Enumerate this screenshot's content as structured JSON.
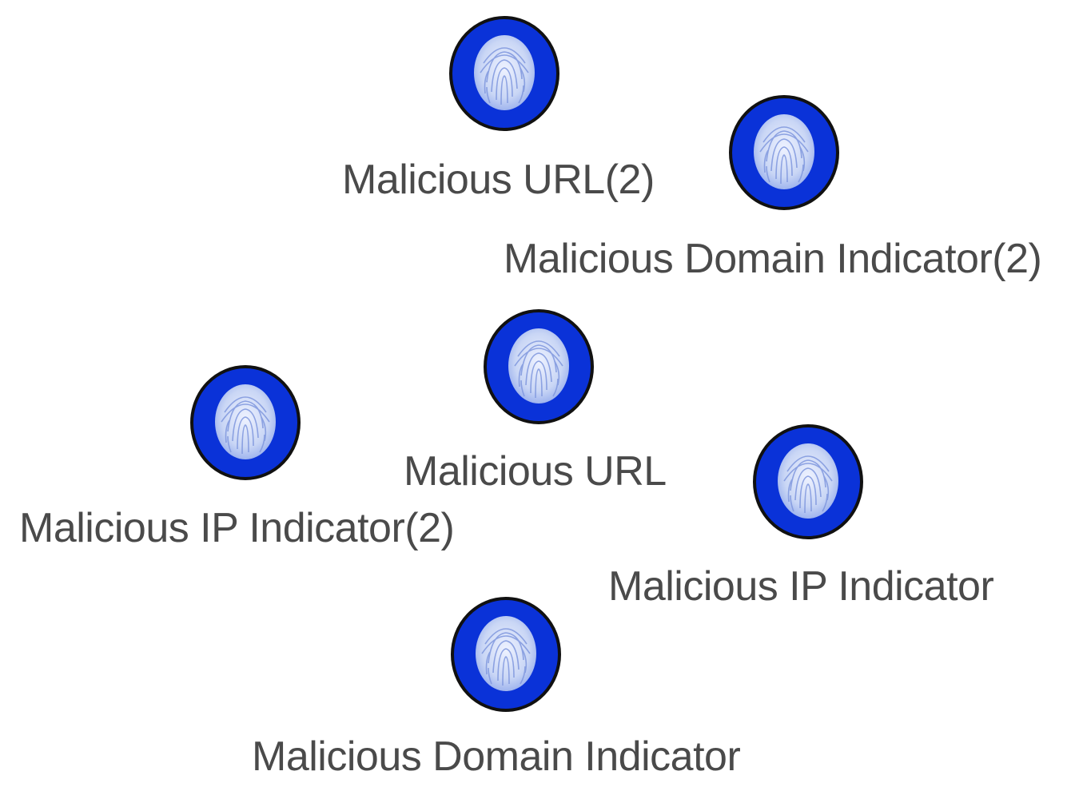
{
  "diagram": {
    "nodes": [
      {
        "id": "n1",
        "label": "Malicious URL(2)",
        "icon": "fingerprint-icon"
      },
      {
        "id": "n2",
        "label": "Malicious Domain Indicator(2)",
        "icon": "fingerprint-icon"
      },
      {
        "id": "n3",
        "label": "Malicious URL",
        "icon": "fingerprint-icon"
      },
      {
        "id": "n4",
        "label": "Malicious IP Indicator(2)",
        "icon": "fingerprint-icon"
      },
      {
        "id": "n5",
        "label": "Malicious IP Indicator",
        "icon": "fingerprint-icon"
      },
      {
        "id": "n6",
        "label": "Malicious Domain Indicator",
        "icon": "fingerprint-icon"
      }
    ],
    "colors": {
      "node_fill": "#0a32d8",
      "node_border": "#111111",
      "fingerprint": "#c9d6f5",
      "label_text": "#4a4a4a"
    }
  }
}
